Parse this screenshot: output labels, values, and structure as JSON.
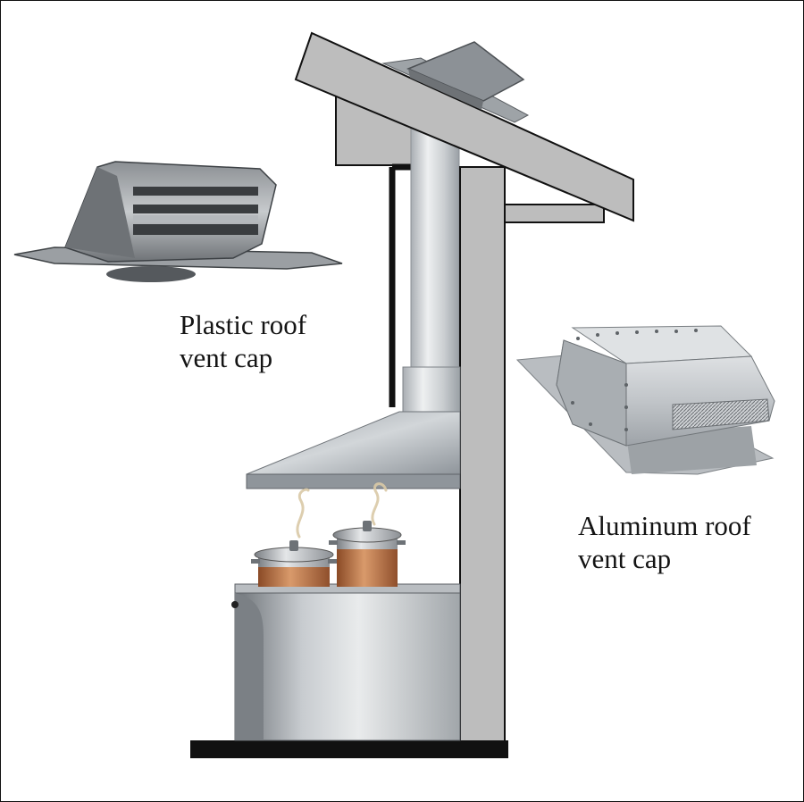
{
  "labels": {
    "plastic_cap": [
      "Plastic roof",
      "vent cap"
    ],
    "aluminum_cap": [
      "Aluminum roof",
      "vent cap"
    ]
  },
  "colors": {
    "wall": "#bdbdbd",
    "wall_outline": "#111111",
    "floor": "#111111",
    "duct": "#d9dde0",
    "steel_dark": "#8d9196",
    "steel_light": "#e6e8ea",
    "copper": "#b06a3f"
  },
  "components": [
    "roof-rafter",
    "exhaust-duct",
    "range-hood",
    "stock-pot",
    "range",
    "plastic-roof-vent-cap",
    "aluminum-roof-vent-cap"
  ]
}
